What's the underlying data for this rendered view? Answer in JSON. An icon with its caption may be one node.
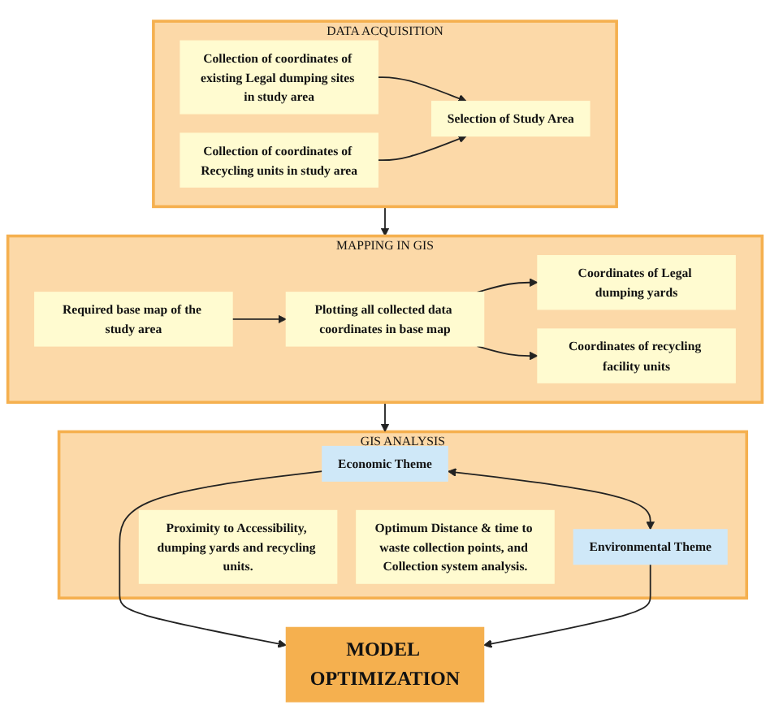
{
  "diagram": {
    "nodes": [
      {
        "text": [
          "DATA ACQUISITION"
        ]
      },
      {
        "text": [
          "Collection of coordinates of existing Legal dumping sites in study area"
        ],
        "in": 0
      },
      {
        "text": [
          "Selection of Study Area"
        ],
        "in": 0
      },
      {
        "text": [
          "Collection of coordinates of Recycling units in study area"
        ],
        "in": 0
      },
      {
        "text": [
          "MAPPING IN GIS"
        ]
      },
      {
        "text": [
          "Required base map of the study area"
        ],
        "in": 4
      },
      {
        "text": [
          "Plotting all collected data coordinates in base map"
        ],
        "in": 4
      },
      {
        "text": [
          "Coordinates of Legal dumping yards"
        ],
        "in": 4
      },
      {
        "text": [
          "Coordinates of recycling facility units"
        ],
        "in": 4
      },
      {
        "text": [
          "GIS ANALYSIS"
        ]
      },
      {
        "text": [
          "Economic Theme"
        ],
        "in": 9
      },
      {
        "text": [
          "Environmental Theme"
        ],
        "in": 9
      },
      {
        "text": [
          "Proximity to Accessibility, dumping yards and recycling units."
        ],
        "in": 9
      },
      {
        "text": [
          "Optimum Distance & time to waste collection points, and Collection system analysis."
        ],
        "in": 9
      },
      {
        "text": [
          "MODEL OPTIMIZATION"
        ]
      }
    ],
    "edges": [
      {
        "from": 1,
        "to": 2,
        "arrow": "to"
      },
      {
        "from": 3,
        "to": 2,
        "arrow": "to"
      },
      {
        "from": 0,
        "to": 4,
        "arrow": "to"
      },
      {
        "from": 5,
        "to": 6,
        "arrow": "to"
      },
      {
        "from": 6,
        "to": 7,
        "arrow": "to"
      },
      {
        "from": 6,
        "to": 8,
        "arrow": "to"
      },
      {
        "from": 4,
        "to": 9,
        "arrow": "to"
      },
      {
        "from": 10,
        "to": 11,
        "arrow": "both"
      },
      {
        "from": 10,
        "to": 14,
        "arrow": "to"
      },
      {
        "from": 11,
        "to": 14,
        "arrow": "to"
      }
    ]
  }
}
